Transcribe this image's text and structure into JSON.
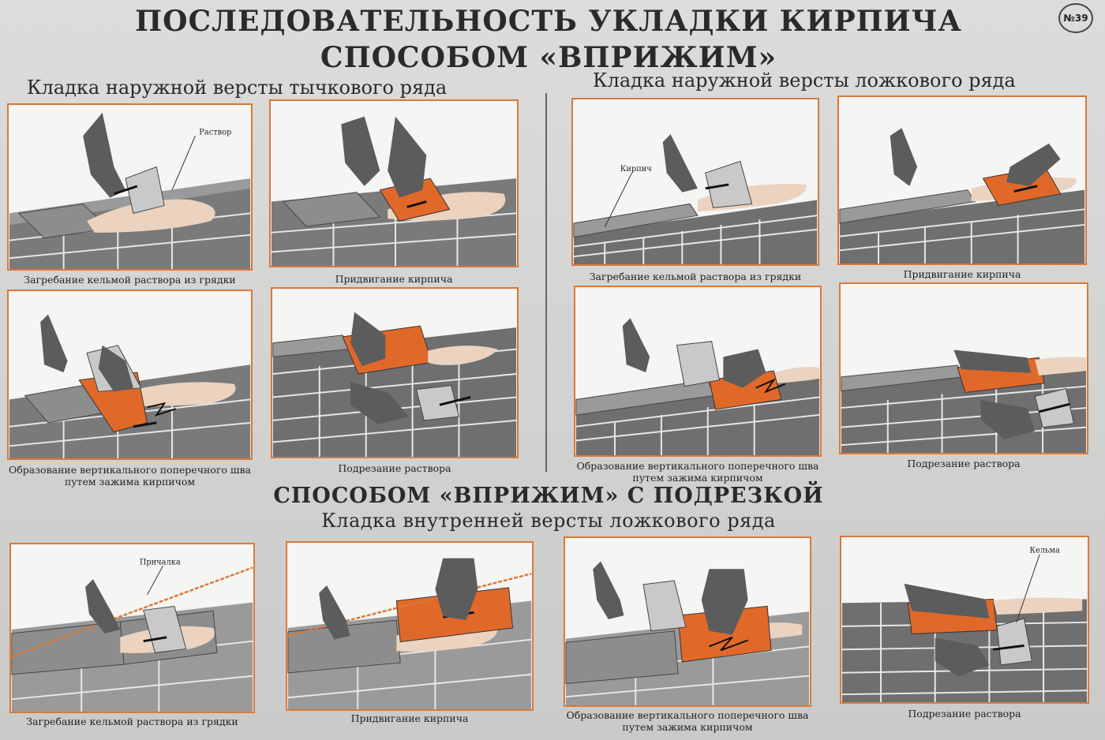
{
  "title_line1": "ПОСЛЕДОВАТЕЛЬНОСТЬ УКЛАДКИ КИРПИЧА",
  "title_line2": "СПОСОБОМ «ВПРИЖИМ»",
  "badge": "№39",
  "section_left": "Кладка наружной версты тычкового ряда",
  "section_right": "Кладка наружной версты ложкового ряда",
  "title_line3": "СПОСОБОМ «ВПРИЖИМ» С ПОДРЕЗКОЙ",
  "section_bottom": "Кладка внутренней версты ложкового ряда",
  "labels": {
    "mortar": "Раствор",
    "brick": "Кирпич",
    "line": "Причалка",
    "trowel": "Кельма"
  },
  "captions": {
    "p1": "Загребание кельмой раствора из грядки",
    "p2": "Придвигание кирпича",
    "p3": "Образование вертикального поперечного шва путем зажима кирпичом",
    "p4": "Подрезание раствора",
    "p5": "Загребание кельмой раствора из грядки",
    "p6": "Придвигание кирпича",
    "p7": "Образование вертикального поперечного шва путем зажима кирпичом",
    "p8": "Подрезание раствора",
    "p9": "Загребание кельмой раствора из грядки",
    "p10": "Придвигание кирпича",
    "p11": "Образование вертикального поперечного шва путем зажима кирпичом",
    "p12": "Подрезание раствора"
  },
  "colors": {
    "panel_border": "#d9793a",
    "brick_orange": "#e0692a",
    "mortar": "#ecd3bf",
    "wall_gray": "#6f6f6f",
    "glove": "#5c5c5c"
  }
}
